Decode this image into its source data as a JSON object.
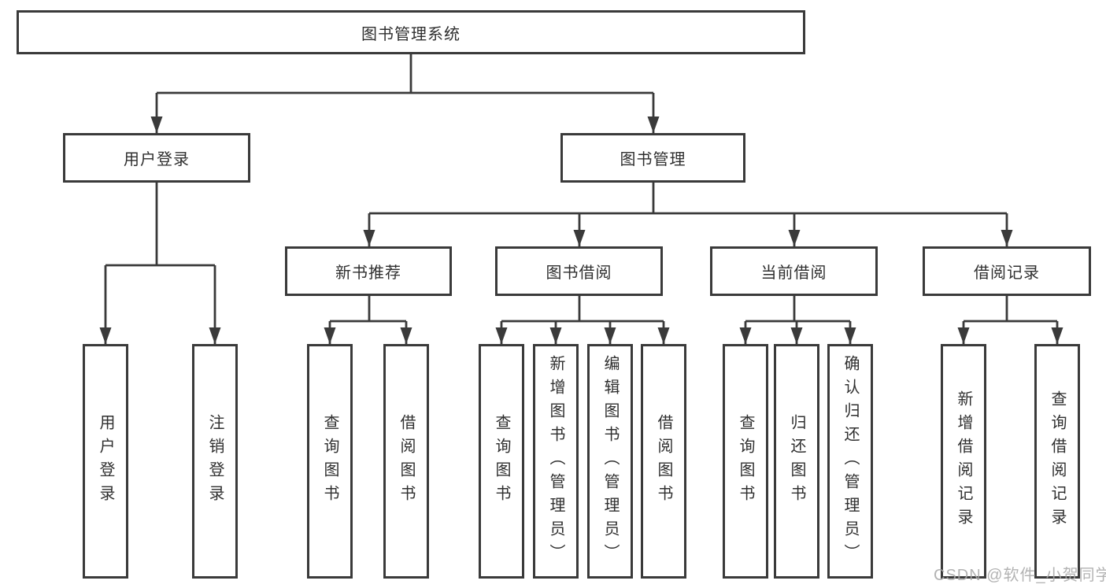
{
  "diagram": {
    "root": {
      "label": "图书管理系统"
    },
    "branches": [
      {
        "label": "用户登录",
        "children": [
          {
            "label": "用户登录"
          },
          {
            "label": "注销登录"
          }
        ]
      },
      {
        "label": "图书管理",
        "children": [
          {
            "label": "新书推荐",
            "children": [
              {
                "label": "查询图书"
              },
              {
                "label": "借阅图书"
              }
            ]
          },
          {
            "label": "图书借阅",
            "children": [
              {
                "label": "查询图书"
              },
              {
                "label": "新增图书（管理员）"
              },
              {
                "label": "编辑图书（管理员）"
              },
              {
                "label": "借阅图书"
              }
            ]
          },
          {
            "label": "当前借阅",
            "children": [
              {
                "label": "查询图书"
              },
              {
                "label": "归还图书"
              },
              {
                "label": "确认归还（管理员）"
              }
            ]
          },
          {
            "label": "借阅记录",
            "children": [
              {
                "label": "新增借阅记录"
              },
              {
                "label": "查询借阅记录"
              }
            ]
          }
        ]
      }
    ],
    "watermark": "CSDN @软件_小贺同学"
  },
  "colors": {
    "line": "#3a3a3a",
    "text": "#2f2f2f",
    "watermark": "#a8a8a8",
    "background": "#ffffff"
  }
}
